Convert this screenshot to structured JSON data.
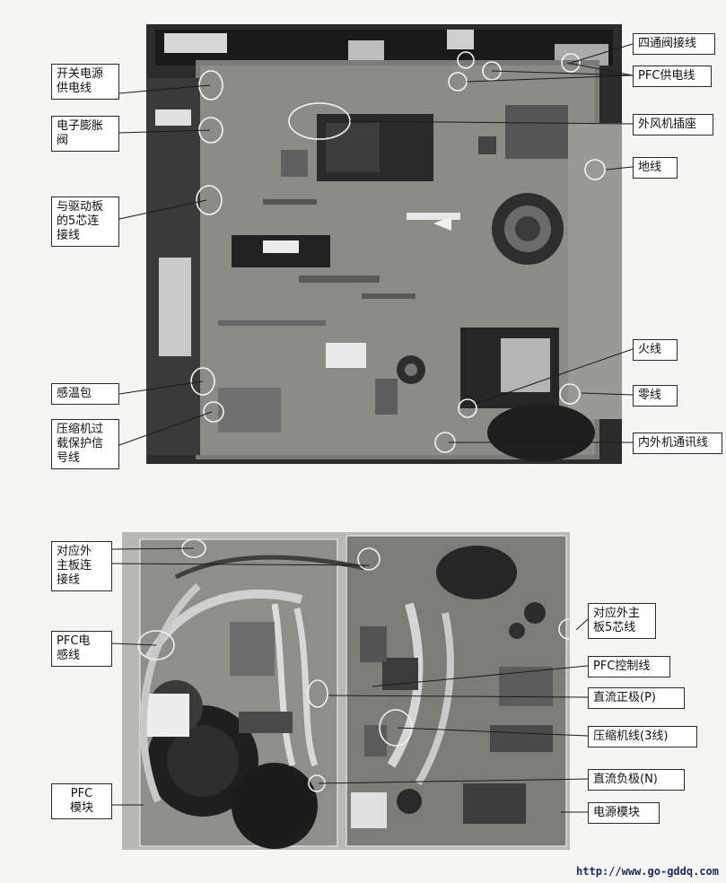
{
  "figure": {
    "top_labels": {
      "switch_power": [
        "开关电源",
        "供电线"
      ],
      "expansion_valve": [
        "电子膨胀",
        "阀"
      ],
      "five_core": [
        "与驱动板",
        "的5芯连",
        "接线"
      ],
      "temp_sensor": [
        "感温包"
      ],
      "overload": [
        "压缩机过",
        "载保护信",
        "号线"
      ],
      "four_way": [
        "四通阀接线"
      ],
      "pfc_supply": [
        "PFC供电线"
      ],
      "outdoor_fan": [
        "外风机插座"
      ],
      "ground": [
        "地线"
      ],
      "live": [
        "火线"
      ],
      "neutral": [
        "零线"
      ],
      "comm": [
        "内外机通讯线"
      ]
    },
    "bottom_labels": {
      "main_conn": [
        "对应外",
        "主板连",
        "接线"
      ],
      "pfc_inductor": [
        "PFC电",
        "感线"
      ],
      "pfc_module": [
        "PFC",
        "模块"
      ],
      "main_5core": [
        "对应外主",
        "板5芯线"
      ],
      "pfc_control": [
        "PFC控制线"
      ],
      "dc_pos": [
        "直流正极(P)"
      ],
      "compressor": [
        "压缩机线(3线)"
      ],
      "dc_neg": [
        "直流负极(N)"
      ],
      "power_module": [
        "电源模块"
      ]
    },
    "website": "http://www.go-gddq.com"
  }
}
